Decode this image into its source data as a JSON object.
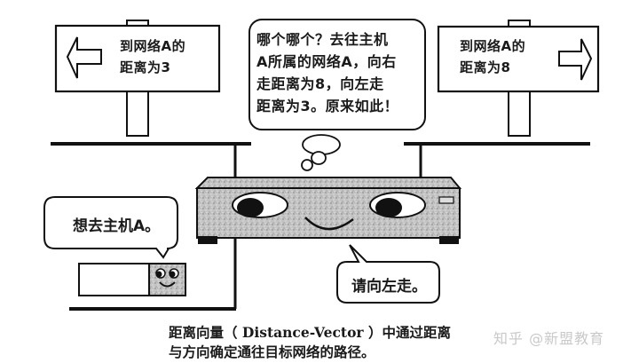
{
  "signs": {
    "left": {
      "direction": "left",
      "line1": "到网络A的",
      "line2": "距离为3",
      "arrow_icon": "arrow-left-icon"
    },
    "right": {
      "direction": "right",
      "line1": "到网络A的",
      "line2": "距离为8",
      "arrow_icon": "arrow-right-icon"
    }
  },
  "router": {
    "thought": {
      "line1": "哪个哪个？去往主机",
      "line2": "A所属的网络A，向右",
      "line3": "走距离为8，向左走",
      "line4": "距离为3。原来如此！"
    },
    "reply": "请向左走。"
  },
  "host": {
    "speech": "想去主机A。"
  },
  "caption": {
    "line1": "距离向量（ Distance-Vector ）中通过距离",
    "line2": "与方向确定通往目标网络的路径。"
  },
  "watermark": "知乎 @新盟教育",
  "colors": {
    "ink": "#111111",
    "router_gray": "#b8b8b8",
    "watermark": "#c9c9c9"
  }
}
